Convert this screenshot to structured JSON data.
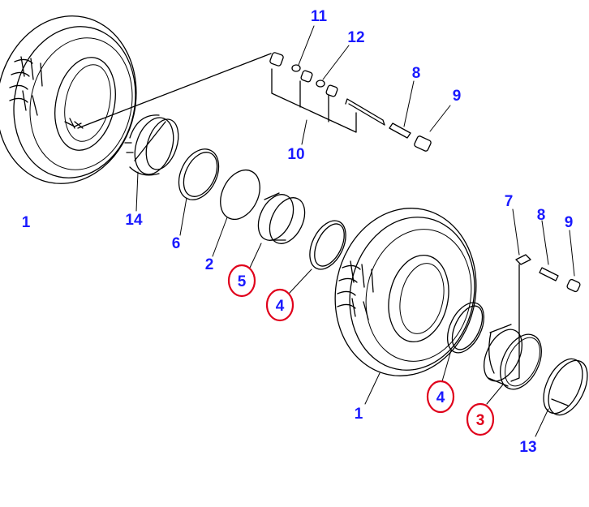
{
  "diagram": {
    "colors": {
      "line": "#000000",
      "label": "#1a1aff",
      "highlight": "#e0001b",
      "highlight_label": "#e0001b"
    },
    "labels": [
      {
        "id": "tire-left",
        "text": "1",
        "highlight": false
      },
      {
        "id": "tire-right",
        "text": "1",
        "highlight": false
      },
      {
        "id": "seal-plate",
        "text": "2",
        "highlight": false
      },
      {
        "id": "flange-right",
        "text": "3",
        "highlight": true
      },
      {
        "id": "ring-center",
        "text": "4",
        "highlight": true
      },
      {
        "id": "ring-right",
        "text": "4",
        "highlight": true
      },
      {
        "id": "spacer-center",
        "text": "5",
        "highlight": true
      },
      {
        "id": "ring-left",
        "text": "6",
        "highlight": false
      },
      {
        "id": "valve-right",
        "text": "7",
        "highlight": false
      },
      {
        "id": "valve-stem-top",
        "text": "8",
        "highlight": false
      },
      {
        "id": "valve-stem-right",
        "text": "8",
        "highlight": false
      },
      {
        "id": "valve-cap-top",
        "text": "9",
        "highlight": false
      },
      {
        "id": "valve-cap-right",
        "text": "9",
        "highlight": false
      },
      {
        "id": "valve-kit",
        "text": "10",
        "highlight": false
      },
      {
        "id": "valve-nut",
        "text": "11",
        "highlight": false
      },
      {
        "id": "valve-washer",
        "text": "12",
        "highlight": false
      },
      {
        "id": "lock-ring",
        "text": "13",
        "highlight": false
      },
      {
        "id": "rim-left",
        "text": "14",
        "highlight": false
      }
    ]
  }
}
